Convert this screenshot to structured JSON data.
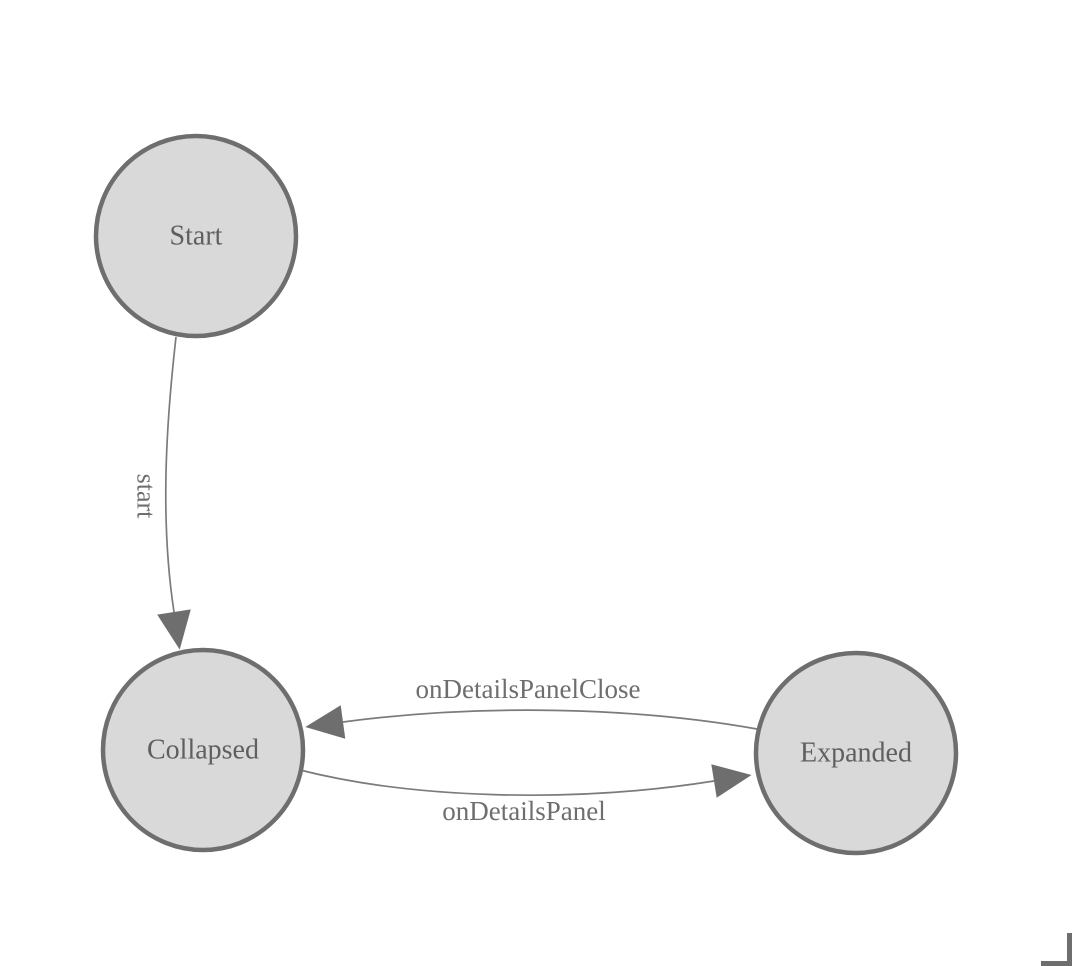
{
  "canvas": {
    "background": "#ffffff"
  },
  "diagram": {
    "type": "finite-state-machine",
    "nodes": [
      {
        "id": "start",
        "label": "Start"
      },
      {
        "id": "collapsed",
        "label": "Collapsed"
      },
      {
        "id": "expanded",
        "label": "Expanded"
      }
    ],
    "edges": [
      {
        "from": "start",
        "to": "collapsed",
        "label": "start"
      },
      {
        "from": "collapsed",
        "to": "expanded",
        "label": "onDetailsPanel"
      },
      {
        "from": "expanded",
        "to": "collapsed",
        "label": "onDetailsPanelClose"
      }
    ],
    "colors": {
      "node_fill": "#d9d9d9",
      "node_stroke": "#6e6e6e",
      "edge_stroke": "#7b7b7b",
      "arrow_fill": "#6e6e6e",
      "node_text": "#5f5f5f",
      "edge_text": "#6e6e6e",
      "corner_mark": "#6e6e6e"
    }
  }
}
